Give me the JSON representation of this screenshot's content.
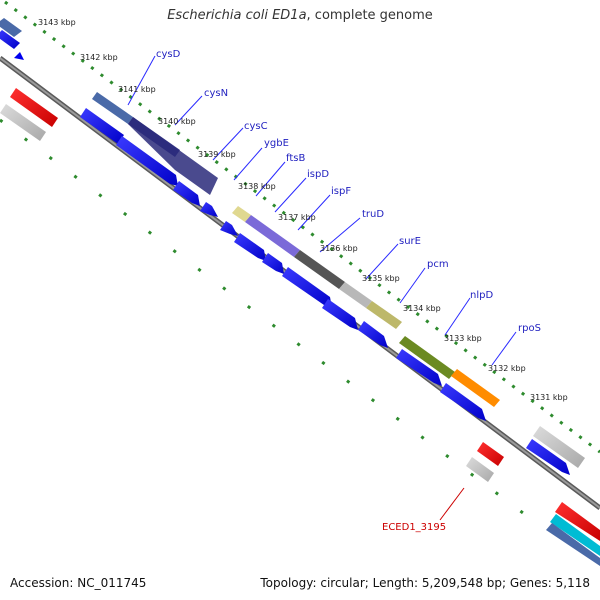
{
  "title": {
    "organism": "Escherichia coli ED1a",
    "suffix": ", complete genome"
  },
  "footer": {
    "accession": "Accession: NC_011745",
    "summary": "Topology: circular; Length: 5,209,548 bp; Genes: 5,118"
  },
  "kbp_labels": [
    "3143 kbp",
    "3142 kbp",
    "3141 kbp",
    "3140 kbp",
    "3139 kbp",
    "3138 kbp",
    "3137 kbp",
    "3136 kbp",
    "3135 kbp",
    "3134 kbp",
    "3133 kbp",
    "3132 kbp",
    "3131 kbp"
  ],
  "gene_labels": [
    "cysD",
    "cysN",
    "cysC",
    "ygbE",
    "ftsB",
    "ispD",
    "ispF",
    "truD",
    "surE",
    "pcm",
    "nlpD",
    "rpoS"
  ],
  "highlight_label": "ECED1_3195",
  "colors": {
    "cds": "#0000ee",
    "backbone": "#808080",
    "tick_green": "#228b22",
    "rna": "#ff0000",
    "gene_label": "#1f1fbf",
    "highlight": "#cc0000"
  }
}
